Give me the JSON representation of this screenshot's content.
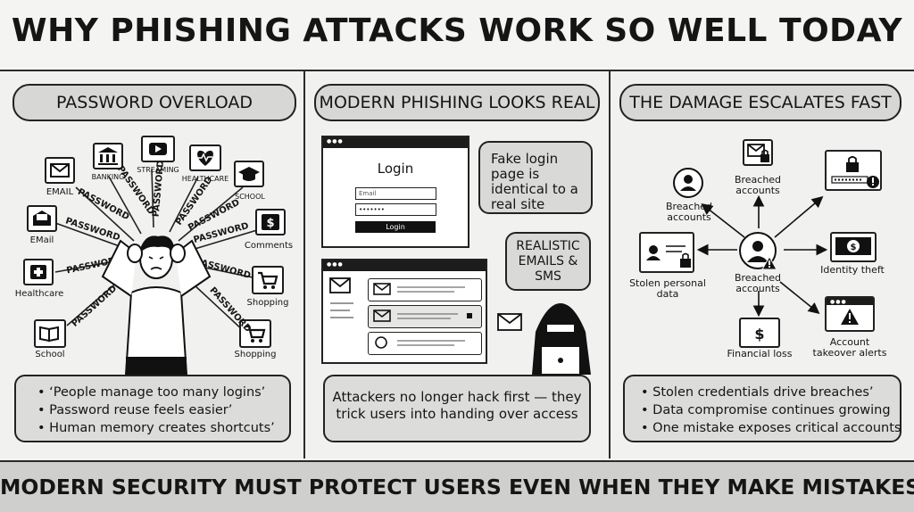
{
  "title": "WHY PHISHING ATTACKS WORK SO WELL TODAY",
  "footer": "MODERN SECURITY MUST PROTECT USERS EVEN WHEN THEY MAKE MISTAKES",
  "panel1": {
    "heading": "PASSWORD OVERLOAD",
    "icons": {
      "email": "EMAIL",
      "banking": "BANKING",
      "streaming": "STREAMING",
      "healthcare_top": "HEALTHCARE",
      "school_top": "SCHOOL",
      "email2": "EMail",
      "comments": "Comments",
      "healthcare": "Healthcare",
      "shopping1": "Shopping",
      "school": "School",
      "shopping2": "Shopping"
    },
    "password_word": "PASSWORD",
    "bullets": [
      "‘People manage too many logins’",
      "Password reuse feels easier’",
      "Human memory creates shortcuts’"
    ]
  },
  "panel2": {
    "heading": "MODERN PHISHING LOOKS REAL",
    "login_title": "Login",
    "email_placeholder": "Email",
    "password_mask": "•••••••",
    "login_button": "Login",
    "bubble1": "Fake login page is identical to a real site",
    "bubble2": "REALISTIC EMAILS & SMS",
    "summary": "Attackers no longer hack first — they trick users into handing over access"
  },
  "panel3": {
    "heading": "THE DAMAGE ESCALATES FAST",
    "center_label": "Breached accounts",
    "top_left_label": "Breached accounts",
    "top_label": "Breached accounts",
    "left_label": "Stolen personal data",
    "right_label": "Identity theft",
    "bottom_label": "Financial loss",
    "bottom_right_label": "Account takeover alerts",
    "bullets": [
      "Stolen credentials drive breaches’",
      "Data compromise continues growing",
      "One mistake exposes critical accounts"
    ]
  }
}
